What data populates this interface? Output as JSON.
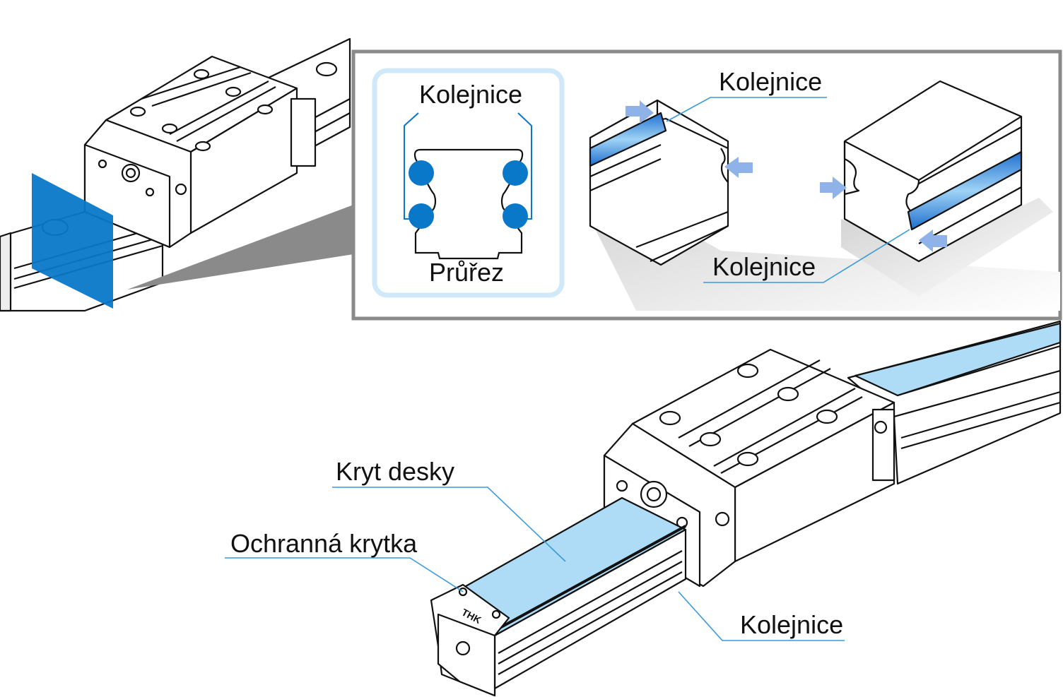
{
  "colors": {
    "accent_blue": "#0a78c8",
    "plate_cover_fill": "#aedcf7",
    "callout_line": "#3a9ad9",
    "inset_frame": "#8a8a8a",
    "inset_panel_fill": "#e3f3fd",
    "arrow_fill": "#8fb3e8",
    "line_art": "#111111",
    "shadow": "#cfcfcf"
  },
  "inset": {
    "cross_section": {
      "top_label": "Kolejnice",
      "bottom_label": "Průřez"
    },
    "rail_upper_label": "Kolejnice",
    "rail_lower_label": "Kolejnice"
  },
  "main": {
    "plate_cover_label": "Kryt desky",
    "end_cap_label": "Ochranná krytka",
    "rail_label": "Kolejnice"
  },
  "brand": {
    "logo_text": "THK"
  }
}
